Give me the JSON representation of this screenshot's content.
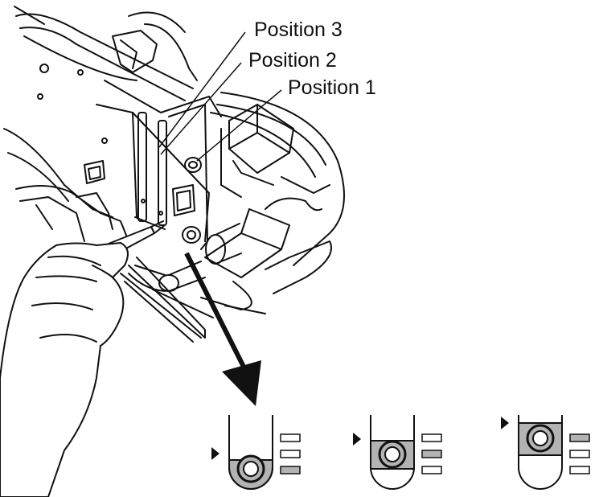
{
  "labels": {
    "position_3": "Position 3",
    "position_2": "Position 2",
    "position_1": "Position 1"
  },
  "indicators": [
    {
      "position": 1,
      "highlighted_mark": 3
    },
    {
      "position": 2,
      "highlighted_mark": 2
    },
    {
      "position": 3,
      "highlighted_mark": 1
    }
  ],
  "colors": {
    "line": "#111111",
    "fill_gray": "#b3b3b3",
    "background": "#ffffff"
  }
}
